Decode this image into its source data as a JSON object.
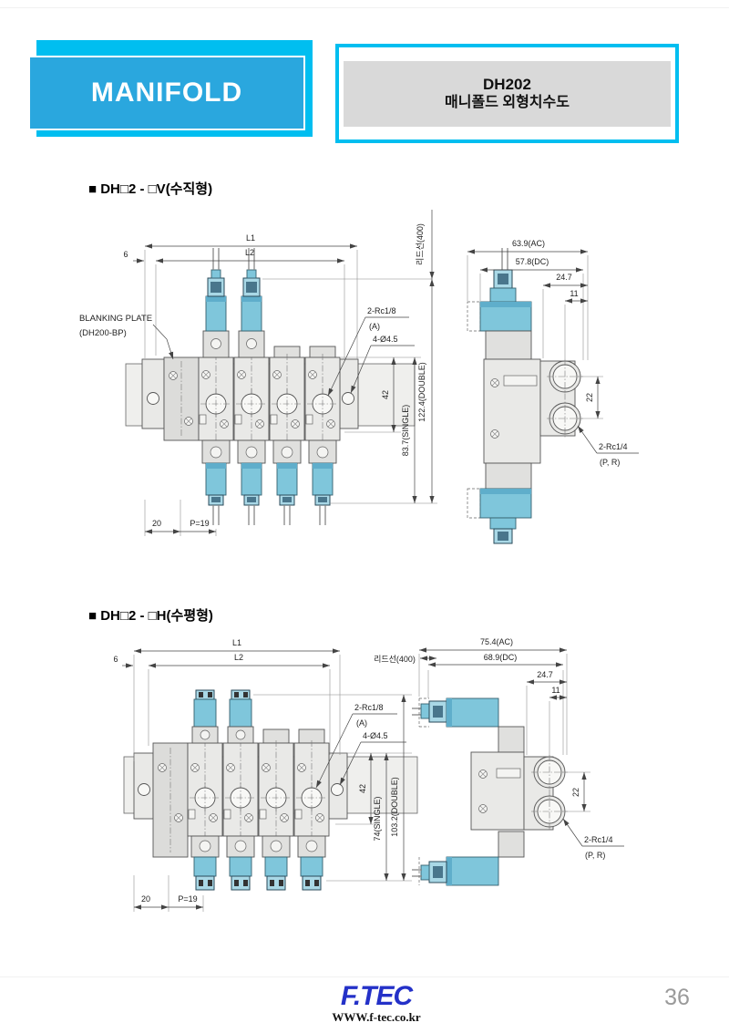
{
  "header": {
    "title": "MANIFOLD",
    "model": "DH202",
    "subtitle": "매니폴드 외형치수도"
  },
  "s1": {
    "title": "■ DH□2 -  □V(수직형)",
    "front": {
      "l1": "L1",
      "l2": "L2",
      "d6": "6",
      "lead": "리드선(400)",
      "bp1": "BLANKING PLATE",
      "bp2": "(DH200-BP)",
      "rc": "2-Rc1/8",
      "rc2": "(A)",
      "hole": "4-Ø4.5",
      "d42": "42",
      "single": "83.7(SINGLE)",
      "double": "122.4(DOUBLE)",
      "d20": "20",
      "pitch": "P=19"
    },
    "side": {
      "ac": "63.9(AC)",
      "dc": "57.8(DC)",
      "d247": "24.7",
      "d11": "11",
      "d22": "22",
      "rc": "2-Rc1/4",
      "rc2": "(P, R)"
    }
  },
  "s2": {
    "title": "■ DH□2 - □H(수평형)",
    "front": {
      "l1": "L1",
      "l2": "L2",
      "d6": "6",
      "lead": "리드선(400)",
      "rc": "2-Rc1/8",
      "rc2": "(A)",
      "hole": "4-Ø4.5",
      "d42": "42",
      "single": "74(SINGLE)",
      "double": "103.2(DOUBLE)",
      "d20": "20",
      "pitch": "P=19"
    },
    "side": {
      "ac": "75.4(AC)",
      "dc": "68.9(DC)",
      "d247": "24.7",
      "d11": "11",
      "d22": "22",
      "rc": "2-Rc1/4",
      "rc2": "(P, R)"
    }
  },
  "footer": {
    "logo": "F.TEC",
    "url": "WWW.f-tec.co.kr",
    "page": "36"
  },
  "colors": {
    "accent": "#00BEF0",
    "panel": "#2AA7DE",
    "band": "#D9D9D9",
    "coil": "#7FC6DB",
    "logo": "#2431C8"
  }
}
